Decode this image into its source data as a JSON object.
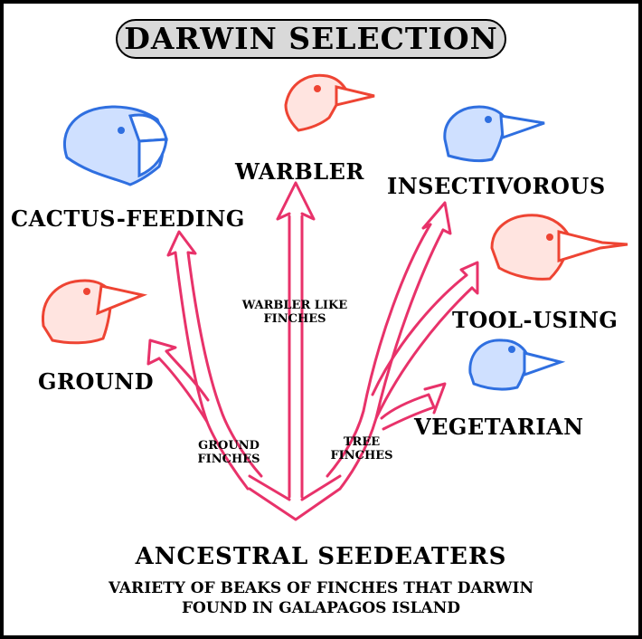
{
  "title": "DARWIN SELECTION",
  "labels": {
    "cactus_feeding": "CACTUS-FEEDING",
    "warbler": "WARBLER",
    "insectivorous": "INSECTIVOROUS",
    "tool_using": "TOOL-USING",
    "ground": "GROUND",
    "vegetarian": "VEGETARIAN",
    "warbler_like_finches_1": "WARBLER LIKE",
    "warbler_like_finches_2": "FINCHES",
    "ground_finches_1": "GROUND",
    "ground_finches_2": "FINCHES",
    "tree_finches_1": "TREE",
    "tree_finches_2": "FINCHES"
  },
  "footer": {
    "heading": "ANCESTRAL SEEDEATERS",
    "caption_line1": "VARIETY OF BEAKS OF FINCHES THAT DARWIN",
    "caption_line2": "FOUND IN GALAPAGOS ISLAND"
  },
  "colors": {
    "arrow": "#e8326a",
    "bird_blue": "#2f6fe0",
    "bird_red": "#ee4433",
    "title_bg": "#d9d9d9"
  }
}
